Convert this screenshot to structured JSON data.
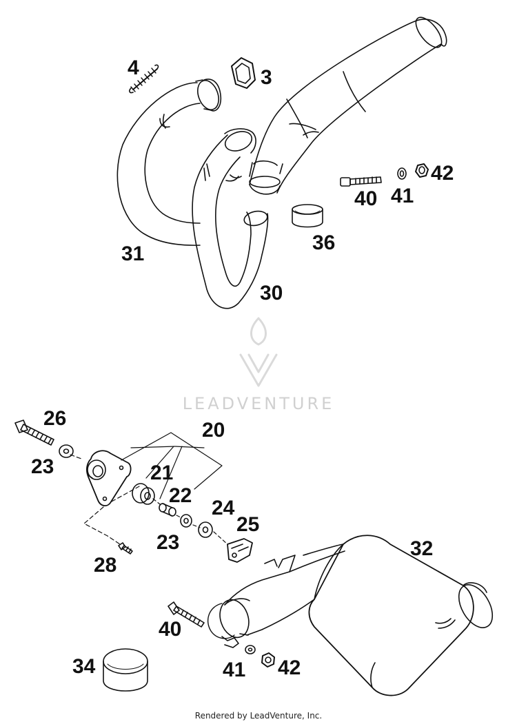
{
  "callouts": {
    "c4": "4",
    "c3": "3",
    "c40a": "40",
    "c41a": "41",
    "c42a": "42",
    "c36": "36",
    "c31": "31",
    "c30": "30",
    "c26": "26",
    "c20": "20",
    "c23a": "23",
    "c21": "21",
    "c22": "22",
    "c24": "24",
    "c25": "25",
    "c23b": "23",
    "c32": "32",
    "c28": "28",
    "c40b": "40",
    "c34": "34",
    "c41b": "41",
    "c42b": "42"
  },
  "watermark": {
    "text": "LEADVENTURE"
  },
  "footer": {
    "text": "Rendered by LeadVenture, Inc."
  },
  "colors": {
    "line": "#111111",
    "watermark": "#d0d0d0",
    "background": "#ffffff"
  }
}
